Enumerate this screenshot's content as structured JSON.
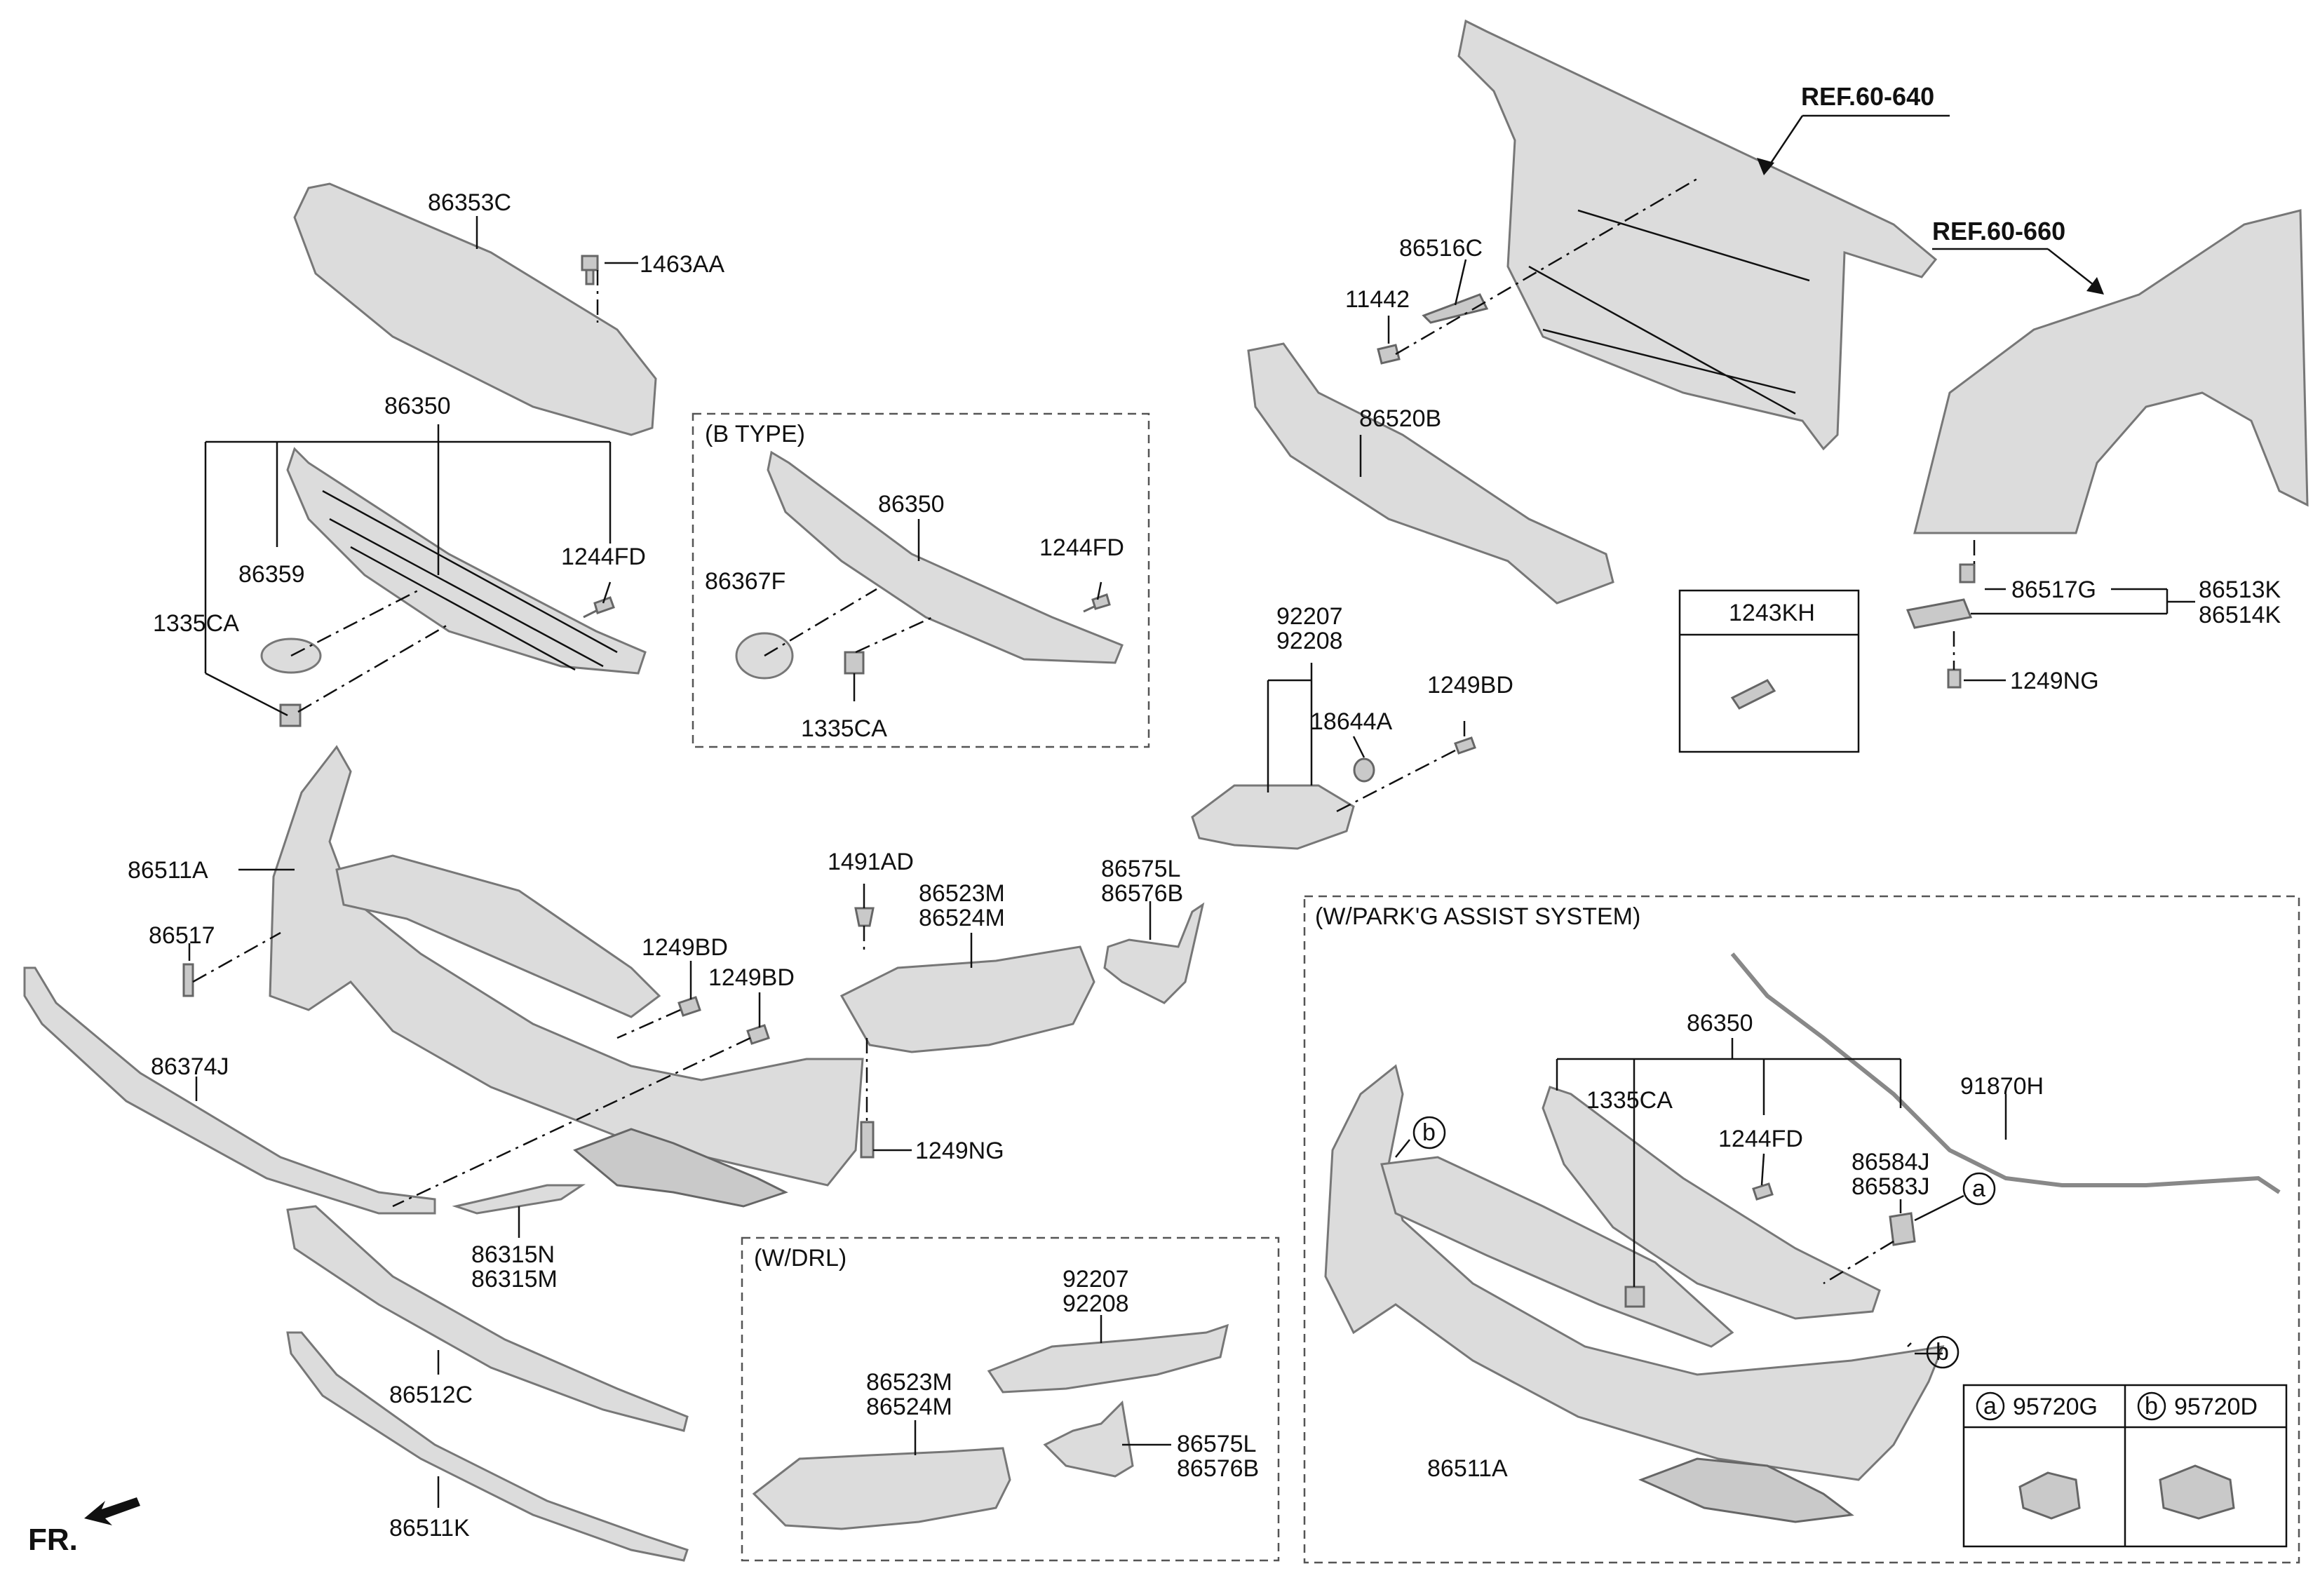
{
  "refs": {
    "ref_640": "REF.60-640",
    "ref_660": "REF.60-660"
  },
  "groups": {
    "b_type": "(B TYPE)",
    "w_drl": "(W/DRL)",
    "park_assist": "(W/PARK'G ASSIST SYSTEM)"
  },
  "front_marker": "FR.",
  "labels": {
    "p86353C": "86353C",
    "p1463AA": "1463AA",
    "p86350_main": "86350",
    "p86359": "86359",
    "p1244FD_main": "1244FD",
    "p1335CA_main": "1335CA",
    "p86350_b": "86350",
    "p86367F": "86367F",
    "p1244FD_b": "1244FD",
    "p1335CA_b": "1335CA",
    "p86516C": "86516C",
    "p11442": "11442",
    "p86520B": "86520B",
    "p86517G": "86517G",
    "p86513K": "86513K",
    "p86514K": "86514K",
    "p1249NG_r": "1249NG",
    "p1243KH": "1243KH",
    "p92207_a": "92207",
    "p92208_a": "92208",
    "p18644A": "18644A",
    "p1249BD_a": "1249BD",
    "p86511A_main": "86511A",
    "p86517": "86517",
    "p1491AD": "1491AD",
    "p86523M_a": "86523M",
    "p86524M_a": "86524M",
    "p86575L_a": "86575L",
    "p86576B_a": "86576B",
    "p1249BD_b": "1249BD",
    "p1249BD_c": "1249BD",
    "p86374J": "86374J",
    "p1249NG_m": "1249NG",
    "p86315N": "86315N",
    "p86315M": "86315M",
    "p86512C": "86512C",
    "p86511K": "86511K",
    "p92207_b": "92207",
    "p92208_b": "92208",
    "p86523M_b": "86523M",
    "p86524M_b": "86524M",
    "p86575L_b": "86575L",
    "p86576B_b": "86576B",
    "p86350_p": "86350",
    "p1335CA_p": "1335CA",
    "p1244FD_p": "1244FD",
    "p91870H": "91870H",
    "p86584J": "86584J",
    "p86583J": "86583J",
    "p86511A_p": "86511A",
    "p95720G": "95720G",
    "p95720D": "95720D"
  },
  "callouts": {
    "a": "a",
    "b": "b"
  }
}
